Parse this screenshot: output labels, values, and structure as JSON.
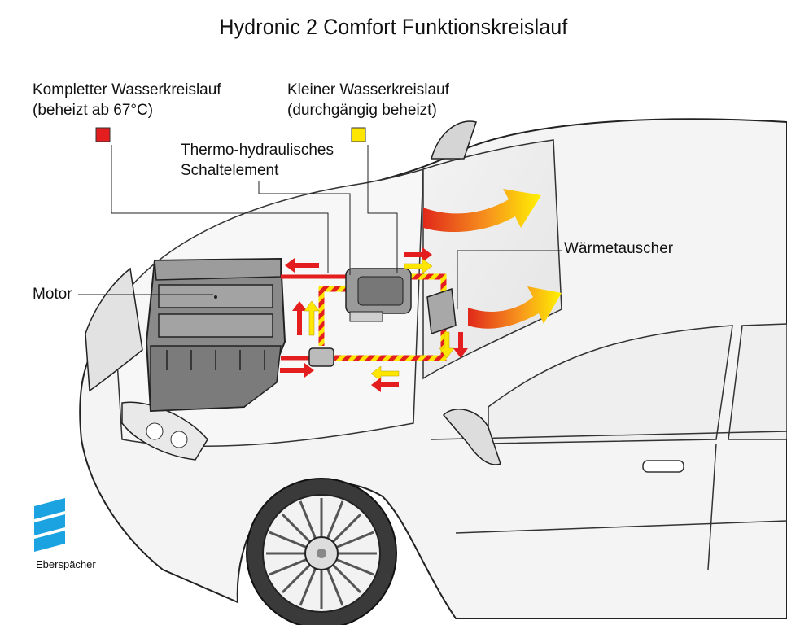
{
  "title": "Hydronic 2 Comfort Funktionskreislauf",
  "labels": {
    "full_circuit_line1": "Kompletter Wasserkreislauf",
    "full_circuit_line2": "(beheizt ab 67°C)",
    "small_circuit_line1": "Kleiner Wasserkreislauf",
    "small_circuit_line2": "(durchgängig beheizt)",
    "thermo_line1": "Thermo-hydraulisches",
    "thermo_line2": "Schaltelement",
    "heat_exchanger": "Wärmetauscher",
    "motor": "Motor"
  },
  "legend": {
    "full_circuit_color": "#e41e1e",
    "small_circuit_color": "#ffe600"
  },
  "brand": {
    "name": "Eberspächer",
    "color": "#1aa3e0"
  },
  "icons": {
    "brand_logo": "eberspaecher-logo-icon",
    "warm_air": "warm-air-arrow-icon",
    "flow": "flow-arrow-icon"
  }
}
